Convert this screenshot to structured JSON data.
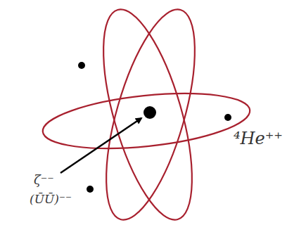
{
  "diagram": {
    "labels": [
      "ζ⁻⁻",
      "(ŪŪ)⁻⁻",
      "⁴He⁺⁺"
    ]
  }
}
